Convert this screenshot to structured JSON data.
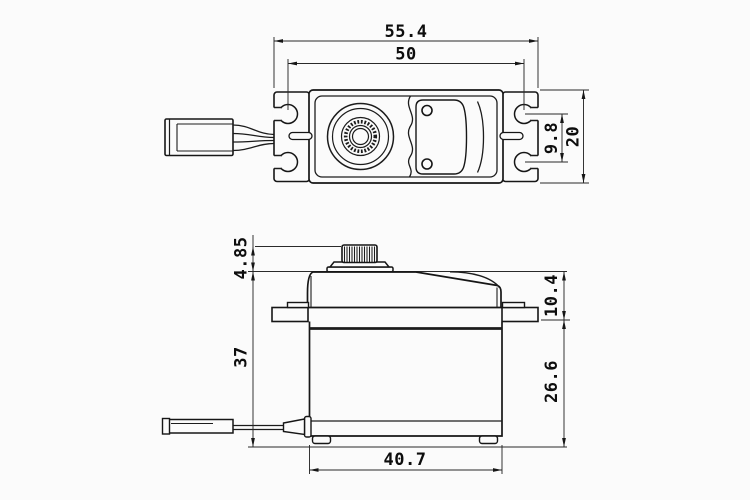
{
  "drawing": {
    "type": "technical-dimension-drawing",
    "views": [
      "top-view",
      "side-view"
    ],
    "dimensions": {
      "overall_width": "55.4",
      "mount_hole_spacing": "50",
      "mount_hole_offset": "9.8",
      "case_height_top_view": "20",
      "spline_height": "4.85",
      "total_height": "37",
      "upper_section_height": "10.4",
      "lower_section_height": "26.6",
      "body_length": "40.7"
    }
  }
}
